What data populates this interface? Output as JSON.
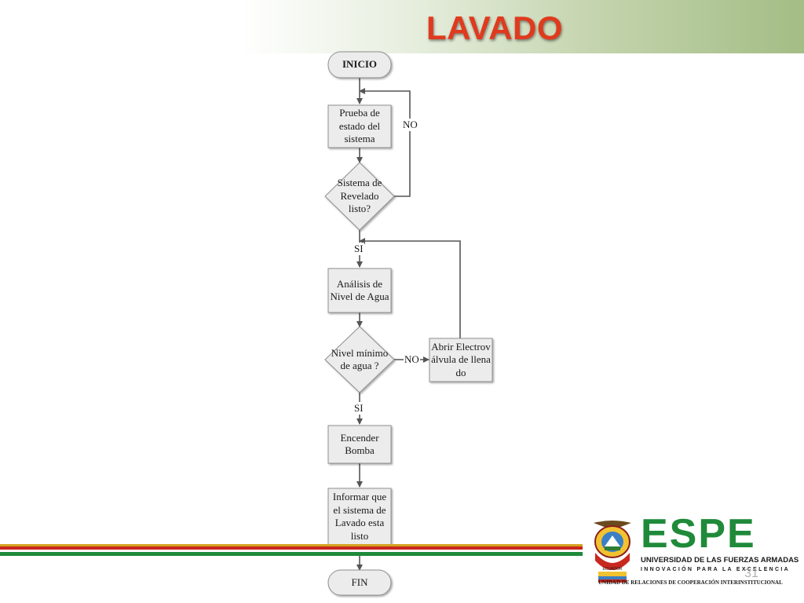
{
  "slide": {
    "title": "LAVADO",
    "page_number": "31"
  },
  "flowchart": {
    "nodes": {
      "inicio": "INICIO",
      "prueba": "Prueba de estado del sistema",
      "sistema_listo": "Sistema de Revelado listo?",
      "analisis": "Análisis de Nivel de Agua",
      "nivel_minimo": "Nivel mínimo de agua ?",
      "abrir": "Abrir Electroválvula de llenado",
      "encender": "Encender Bomba",
      "informar": "Informar que el sistema de Lavado esta listo",
      "fin": "FIN"
    },
    "edge_labels": {
      "no_1": "NO",
      "si_1": "SI",
      "no_2": "NO",
      "si_2": "SI"
    }
  },
  "logo": {
    "brand": "ESPE",
    "line1": "UNIVERSIDAD DE LAS FUERZAS ARMADAS",
    "line2": "INNOVACIÓN PARA LA EXCELENCIA",
    "line3": "UNIDAD DE RELACIONES DE COOPERACIÓN INTERINSTITUCIONAL",
    "crest_text": "ECUADOR"
  },
  "colors": {
    "title": "#e03a1e",
    "header_green": "#a3bd85",
    "stripe_green": "#1f8a3a",
    "stripe_red": "#c8281e",
    "stripe_gold": "#d6a21e",
    "espe_green": "#1f8a3a"
  }
}
